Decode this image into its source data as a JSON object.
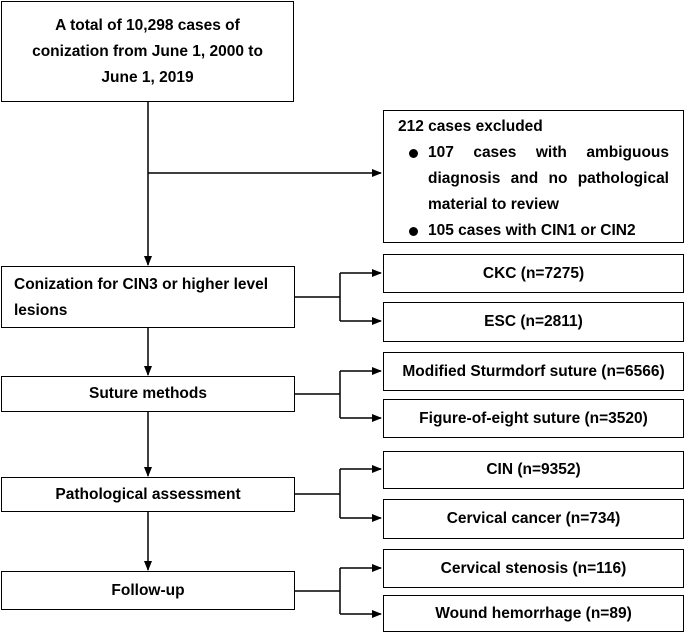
{
  "top_box": {
    "text": "A total of 10,298 cases of conization from June 1, 2000 to June 1, 2019"
  },
  "exclusion": {
    "title": "212 cases excluded",
    "items": [
      "107 cases with ambiguous diagnosis and no pathological material to review",
      "105 cases with CIN1 or CIN2"
    ]
  },
  "stages": [
    {
      "label": "Conization for CIN3 or higher level lesions",
      "branches": [
        "CKC (n=7275)",
        "ESC (n=2811)"
      ]
    },
    {
      "label": "Suture methods",
      "branches": [
        "Modified Sturmdorf suture (n=6566)",
        "Figure-of-eight suture (n=3520)"
      ]
    },
    {
      "label": "Pathological assessment",
      "branches": [
        "CIN (n=9352)",
        "Cervical cancer (n=734)"
      ]
    },
    {
      "label": "Follow-up",
      "branches": [
        "Cervical stenosis (n=116)",
        "Wound hemorrhage (n=89)"
      ]
    }
  ]
}
